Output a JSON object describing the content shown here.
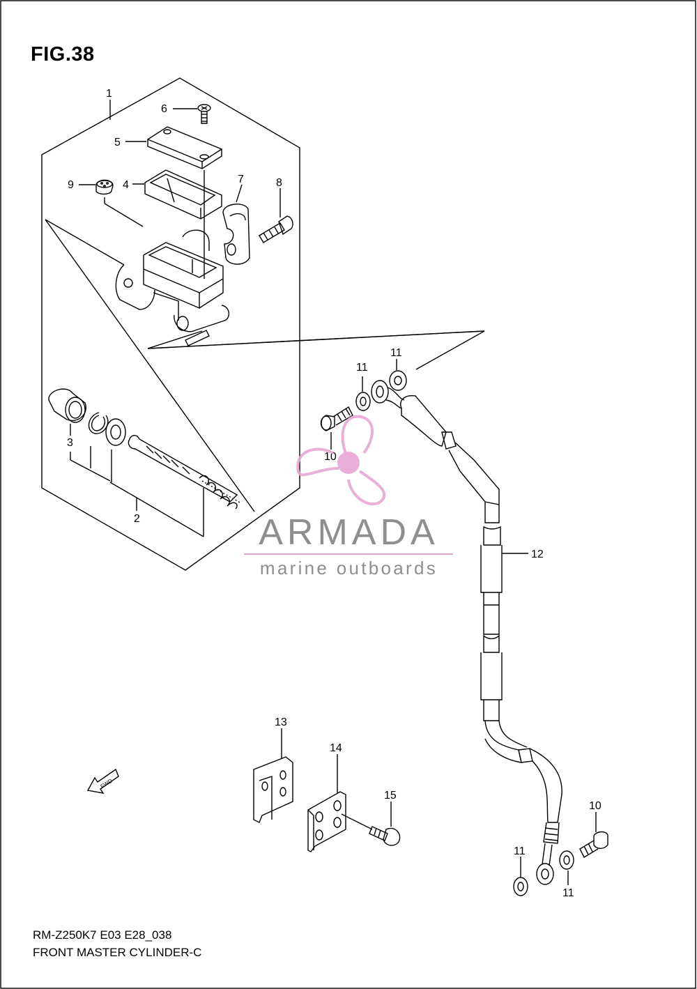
{
  "figure_title": "FIG.38",
  "footer": {
    "code": "RM-Z250K7 E03 E28_038",
    "name": "FRONT MASTER CYLINDER-C"
  },
  "watermark": {
    "brand": "ARMADA",
    "tagline": "marine outboards",
    "colors": {
      "propeller": "#e8a7d3",
      "text": "#8e8e8e"
    }
  },
  "direction_arrow": "FWD",
  "callouts": {
    "c1": "1",
    "c2": "2",
    "c3": "3",
    "c4": "4",
    "c5": "5",
    "c6": "6",
    "c7": "7",
    "c8": "8",
    "c9": "9",
    "c10a": "10",
    "c10b": "10",
    "c11a": "11",
    "c11b": "11",
    "c11c": "11",
    "c11d": "11",
    "c12": "12",
    "c13": "13",
    "c14": "14",
    "c15": "15"
  }
}
